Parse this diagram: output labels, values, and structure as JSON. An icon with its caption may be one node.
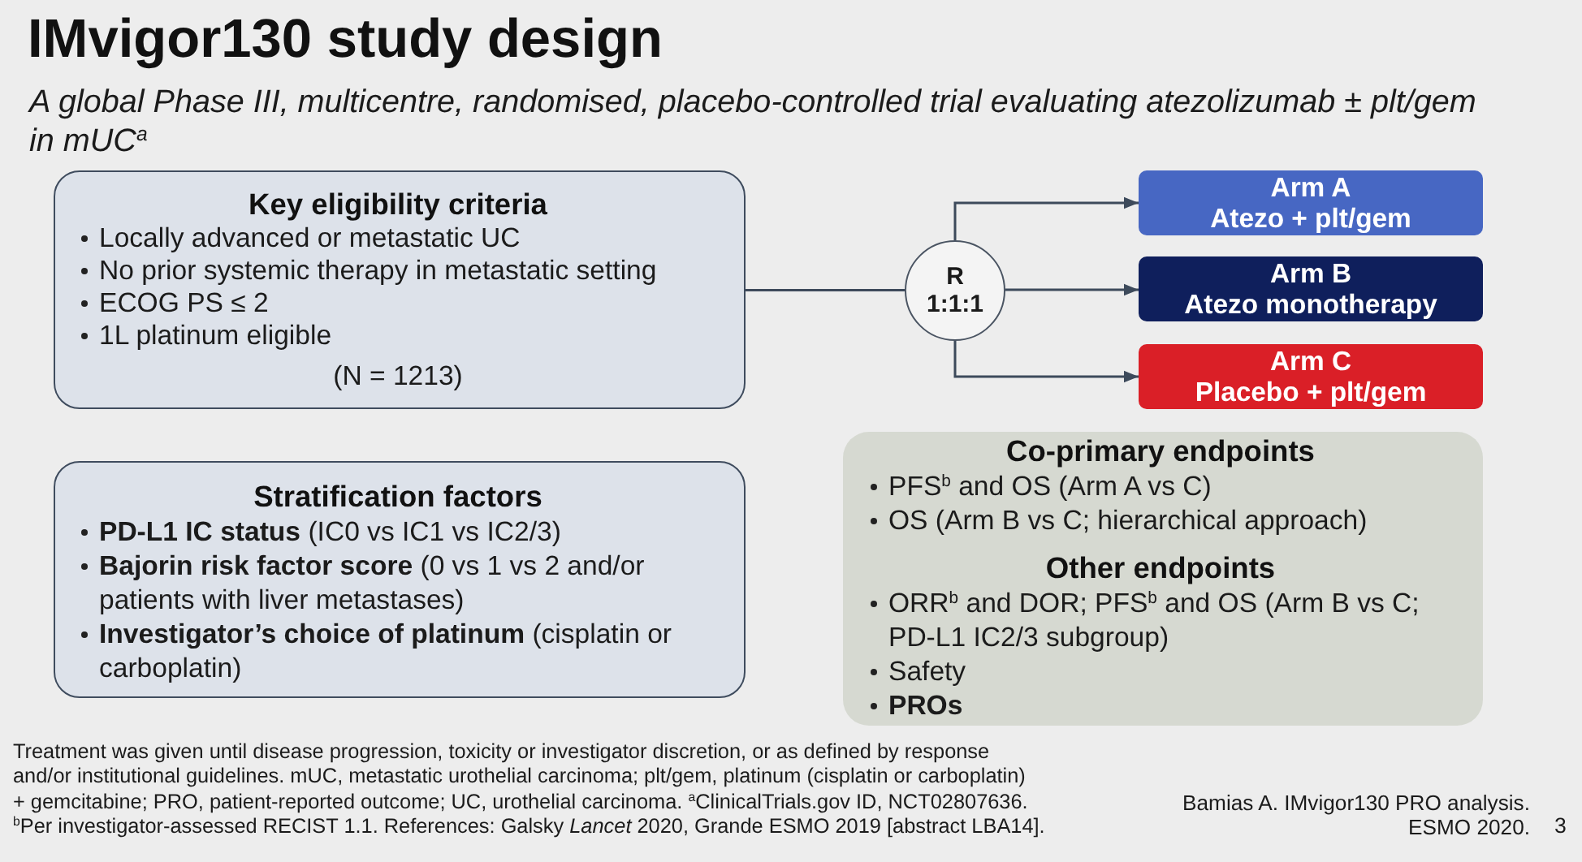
{
  "diagram": {
    "title": "IMvigor130 study design",
    "nodes": [
      {
        "text": [
          "Key eligibility criteria",
          "Locally advanced or metastatic UC",
          "No prior systemic therapy in metastatic setting",
          "ECOG PS ≤ 2",
          "1L platinum eligible",
          "(N = 1213)"
        ]
      },
      {
        "text": [
          "R",
          "1:1:1"
        ]
      },
      {
        "text": [
          "Arm A",
          "Atezo + plt/gem"
        ]
      },
      {
        "text": [
          "Arm B",
          "Atezo monotherapy"
        ]
      },
      {
        "text": [
          "Arm C",
          "Placebo + plt/gem"
        ]
      },
      {
        "text": [
          "Stratification factors",
          "**PD-L1 IC status** (IC0 vs IC1 vs IC2/3)",
          "**Bajorin risk factor score** (0 vs 1 vs 2 and/or patients with liver metastases)",
          "**Investigator’s choice of platinum** (cisplatin or carboplatin)"
        ]
      },
      {
        "text": [
          "Co-primary endpoints",
          "PFS$^{b}$ and OS (Arm A vs C)",
          "OS (Arm B vs C; hierarchical approach)",
          "Other endpoints",
          "ORR$^{b}$ and DOR; PFS$^{b}$ and OS (Arm B vs C; PD-L1 IC2/3 subgroup)",
          "Safety",
          "PROs"
        ]
      }
    ],
    "edges": [
      {
        "from": 0,
        "to": 1,
        "arrow": "none"
      },
      {
        "from": 1,
        "to": 2,
        "arrow": "to"
      },
      {
        "from": 1,
        "to": 3,
        "arrow": "to"
      },
      {
        "from": 1,
        "to": 4,
        "arrow": "to"
      }
    ],
    "labels": [
      "A global Phase III, multicentre, randomised, placebo-controlled trial evaluating atezolizumab ± plt/gem in mUC$^{a}$",
      "Treatment was given until disease progression, toxicity or investigator discretion, or as defined by response and/or institutional guidelines. mUC, metastatic urothelial carcinoma; plt/gem, platinum (cisplatin or carboplatin) + gemcitabine; PRO, patient-reported outcome; UC, urothelial carcinoma. $^{a}$ClinicalTrials.gov ID, NCT02807636.",
      "$^{b}$Per investigator-assessed RECIST 1.1. References: Galsky *Lancet* 2020, Grande ESMO 2019 [abstract LBA14].",
      "Bamias A. IMvigor130 PRO analysis. ESMO 2020.",
      "3"
    ]
  }
}
